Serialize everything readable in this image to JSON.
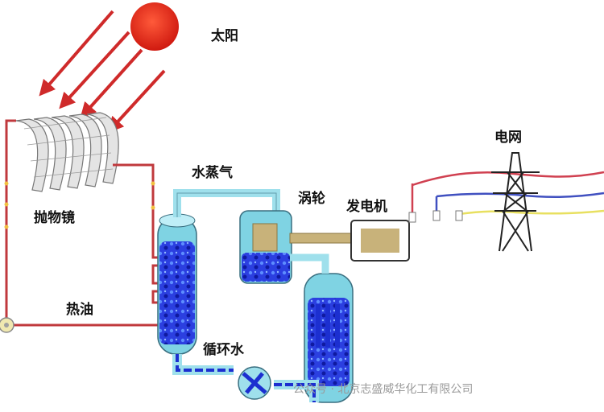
{
  "labels": {
    "sun": "太阳",
    "mirror": "抛物镜",
    "steam": "水蒸气",
    "turbine": "涡轮",
    "generator": "发电机",
    "grid": "电网",
    "hot_oil": "热油",
    "circulating_water": "循环水"
  },
  "watermark": "公众号 · 北京志盛威华化工有限公司",
  "colors": {
    "sun": "#e8261a",
    "sunlight_arrows": "#cf2a2a",
    "oil_pipe": "#c0393d",
    "steam_pipe": "#9fe0ec",
    "water": "#1c2fd0",
    "vessel": "#7fd3e3",
    "generator": "#c8b27a",
    "power_line_red": "#d04050",
    "power_line_blue": "#4050c0",
    "power_line_yellow": "#e8e060",
    "tower": "#222222"
  }
}
